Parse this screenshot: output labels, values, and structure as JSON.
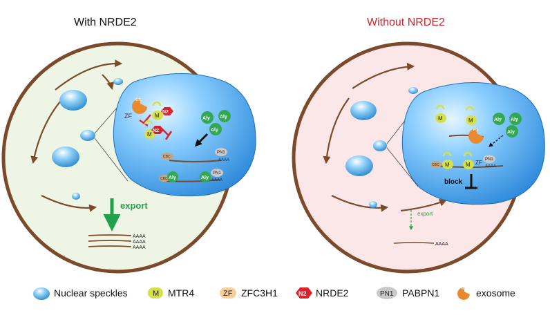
{
  "panels": {
    "left_title": "With NRDE2",
    "right_title": "Without NRDE2"
  },
  "labels": {
    "zf": "ZF",
    "m": "M",
    "n2": "N2",
    "ex": "ex",
    "aly": "Aly",
    "cbc": "CBC",
    "pn1": "PN1",
    "polya": "AAAA",
    "export": "export",
    "block": "block"
  },
  "legend": {
    "speckles": "Nuclear speckles",
    "mtr4": "MTR4",
    "zfc3h1": "ZFC3H1",
    "nrde2": "NRDE2",
    "pabpn1": "PABPN1",
    "exosome": "exosome"
  },
  "colors": {
    "title_right": "#d8232a",
    "left_fill": "#eef5e4",
    "right_fill": "#fbe6e8",
    "border": "#7a4a2a",
    "speckle": "#5aaee3",
    "mtr4": "#d6e04a",
    "zf": "#f6cf98",
    "nrde2": "#d8232a",
    "pn1": "#c9c9c9",
    "exosome": "#e98a2f",
    "aly": "#33a852",
    "export_arrow": "#21a24a"
  }
}
